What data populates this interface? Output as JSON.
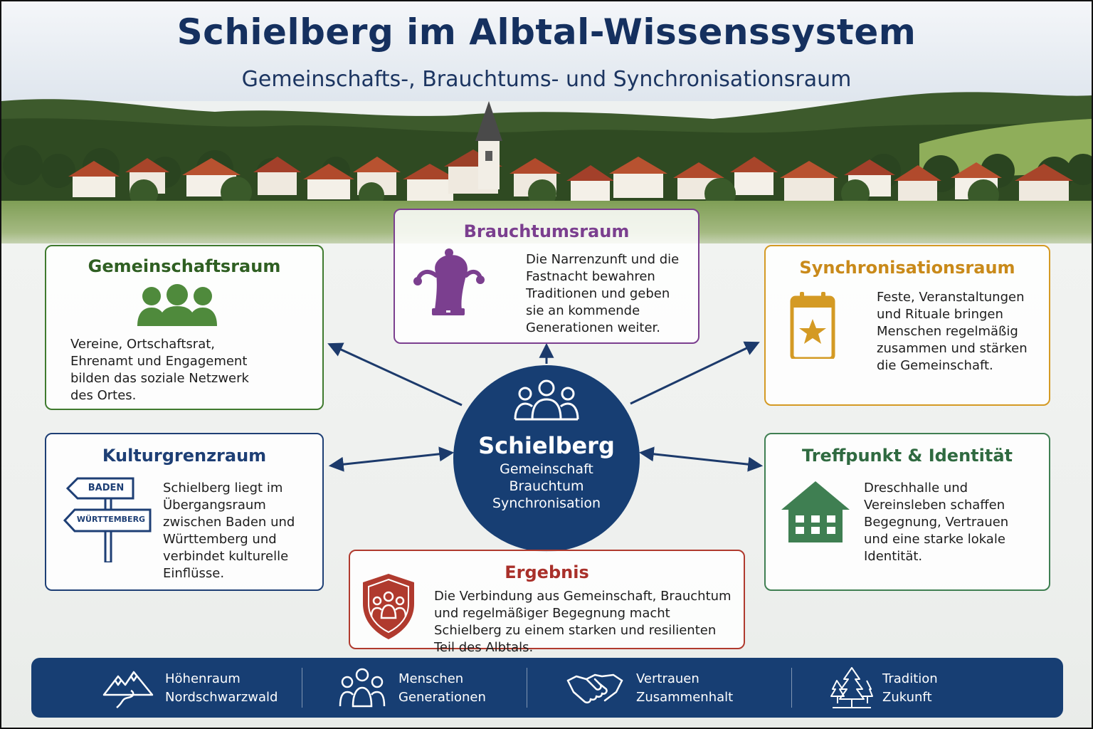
{
  "header": {
    "title": "Schielberg im Albtal-Wissenssystem",
    "subtitle": "Gemeinschafts-, Brauchtums- und Synchronisationsraum"
  },
  "center": {
    "name": "Schielberg",
    "lines": [
      "Gemeinschaft",
      "Brauchtum",
      "Synchronisation"
    ]
  },
  "boxes": {
    "gemeinschaft": {
      "title": "Gemeinschaftsraum",
      "text": "Vereine, Ortschaftsrat, Ehrenamt und Engagement bilden das soziale Netzwerk des Ortes.",
      "color": "#3f7a2e",
      "icon": "people-icon"
    },
    "brauchtum": {
      "title": "Brauchtumsraum",
      "text": "Die Narrenzunft und die Fastnacht bewahren Traditionen und geben sie an kommende Generationen weiter.",
      "color": "#7b3f8f",
      "icon": "jester-hat-icon"
    },
    "synchronisation": {
      "title": "Synchronisationsraum",
      "text": "Feste, Veranstaltungen und Rituale bringen Menschen regelmäßig zusammen und stärken die Gemeinschaft.",
      "color": "#d49a24",
      "icon": "calendar-star-icon"
    },
    "kulturgrenze": {
      "title": "Kulturgrenzraum",
      "text": "Schielberg liegt im Übergangsraum zwischen Baden und Württemberg und verbindet kulturelle Einflüsse.",
      "color": "#1e3f75",
      "icon": "signpost-icon",
      "sign_top": "BADEN",
      "sign_bottom": "WÜRTTEMBERG"
    },
    "treffpunkt": {
      "title": "Treffpunkt & Identität",
      "text": "Dreschhalle und Vereinsleben schaffen Begegnung, Vertrauen und eine starke lokale Identität.",
      "color": "#3f7f52",
      "icon": "house-icon"
    },
    "ergebnis": {
      "title": "Ergebnis",
      "text": "Die Verbindung aus Gemeinschaft, Brauchtum und regelmäßiger Begegnung macht Schielberg zu einem starken und resilienten Teil des Albtals.",
      "color": "#b03a2e",
      "icon": "shield-people-icon"
    }
  },
  "footer": [
    {
      "line1": "Höhenraum",
      "line2": "Nordschwarzwald",
      "icon": "mountain-icon"
    },
    {
      "line1": "Menschen",
      "line2": "Generationen",
      "icon": "people-icon"
    },
    {
      "line1": "Vertrauen",
      "line2": "Zusammenhalt",
      "icon": "handshake-icon"
    },
    {
      "line1": "Tradition",
      "line2": "Zukunft",
      "icon": "trees-icon"
    }
  ],
  "colors": {
    "navy": "#173e73",
    "title": "#15305f"
  }
}
